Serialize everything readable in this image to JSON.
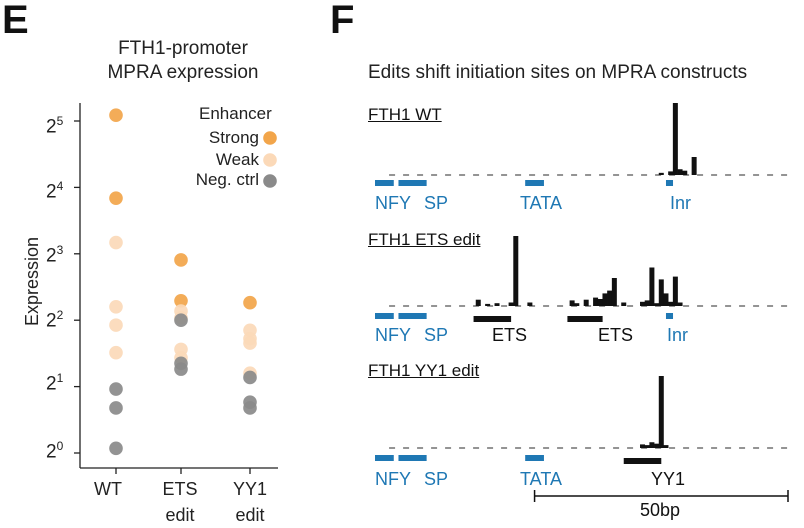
{
  "panel_e": {
    "letter": "E",
    "title_line1": "FTH1-promoter",
    "title_line2": "MPRA expression",
    "ylabel": "Expression",
    "legend": {
      "title": "Enhancer",
      "items": [
        {
          "label": "Strong",
          "color": "#f2a54a"
        },
        {
          "label": "Weak",
          "color": "#fbd9b8"
        },
        {
          "label": "Neg. ctrl",
          "color": "#8a8a8a"
        }
      ]
    }
  },
  "panel_f": {
    "letter": "F",
    "title": "Edits shift initiation sites on MPRA constructs",
    "scale_label": "50bp",
    "tracks": [
      {
        "label": "FTH1 WT",
        "motifs": [
          "NFY",
          "SP",
          "TATA",
          "Inr"
        ]
      },
      {
        "label": "FTH1 ETS edit",
        "motifs": [
          "NFY",
          "SP",
          "ETS",
          "ETS",
          "Inr"
        ]
      },
      {
        "label": "FTH1 YY1 edit",
        "motifs": [
          "NFY",
          "SP",
          "TATA",
          "YY1"
        ]
      }
    ]
  },
  "chart_data": [
    {
      "type": "scatter",
      "title": "FTH1-promoter MPRA expression",
      "ylabel": "Expression",
      "y_scale": "log2",
      "ylim": [
        1,
        36
      ],
      "y_ticks": [
        {
          "base": "2",
          "exp": "0",
          "value": 1
        },
        {
          "base": "2",
          "exp": "1",
          "value": 2
        },
        {
          "base": "2",
          "exp": "2",
          "value": 4
        },
        {
          "base": "2",
          "exp": "3",
          "value": 8
        },
        {
          "base": "2",
          "exp": "4",
          "value": 16
        },
        {
          "base": "2",
          "exp": "5",
          "value": 32
        }
      ],
      "categories": [
        {
          "line1": "WT",
          "line2": ""
        },
        {
          "line1": "ETS",
          "line2": "edit"
        },
        {
          "line1": "YY1",
          "line2": "edit"
        }
      ],
      "series": [
        {
          "name": "Strong",
          "color": "#f2a54a",
          "points": [
            {
              "cat": 0,
              "y": 34
            },
            {
              "cat": 0,
              "y": 14.3
            },
            {
              "cat": 1,
              "y": 7.5
            },
            {
              "cat": 1,
              "y": 4.9
            },
            {
              "cat": 2,
              "y": 4.8
            }
          ]
        },
        {
          "name": "Weak",
          "color": "#fbd9b8",
          "points": [
            {
              "cat": 0,
              "y": 9.0
            },
            {
              "cat": 0,
              "y": 4.6
            },
            {
              "cat": 0,
              "y": 3.8
            },
            {
              "cat": 0,
              "y": 2.85
            },
            {
              "cat": 1,
              "y": 4.4
            },
            {
              "cat": 1,
              "y": 4.1
            },
            {
              "cat": 1,
              "y": 2.95
            },
            {
              "cat": 1,
              "y": 2.7
            },
            {
              "cat": 2,
              "y": 3.6
            },
            {
              "cat": 2,
              "y": 3.3
            },
            {
              "cat": 2,
              "y": 3.15
            },
            {
              "cat": 2,
              "y": 2.3
            }
          ]
        },
        {
          "name": "Neg. ctrl",
          "color": "#8a8a8a",
          "points": [
            {
              "cat": 0,
              "y": 1.95
            },
            {
              "cat": 0,
              "y": 1.6
            },
            {
              "cat": 0,
              "y": 1.05
            },
            {
              "cat": 1,
              "y": 4.0
            },
            {
              "cat": 1,
              "y": 2.55
            },
            {
              "cat": 1,
              "y": 2.4
            },
            {
              "cat": 2,
              "y": 2.2
            },
            {
              "cat": 2,
              "y": 1.7
            },
            {
              "cat": 2,
              "y": 1.6
            }
          ]
        }
      ]
    },
    {
      "type": "bar",
      "title": "Edits shift initiation sites on MPRA constructs",
      "x_unit": "bp",
      "x_range": [
        0,
        88
      ],
      "scale_bar": {
        "start": 34,
        "end": 88,
        "label": "50bp"
      },
      "tracks": [
        {
          "name": "FTH1 WT",
          "motifs": [
            {
              "name": "NFY",
              "start": 0,
              "end": 4,
              "color": "#1f78b4"
            },
            {
              "name": "SP",
              "start": 5,
              "end": 11,
              "color": "#1f78b4"
            },
            {
              "name": "TATA",
              "start": 32,
              "end": 36,
              "color": "#1f78b4"
            },
            {
              "name": "Inr",
              "start": 62,
              "end": 63.5,
              "color": "#1f78b4"
            }
          ],
          "bars": [
            {
              "x": 61,
              "v": 3
            },
            {
              "x": 63,
              "v": 5
            },
            {
              "x": 64,
              "v": 100
            },
            {
              "x": 65,
              "v": 8
            },
            {
              "x": 66,
              "v": 6
            },
            {
              "x": 68,
              "v": 25
            }
          ]
        },
        {
          "name": "FTH1 ETS edit",
          "motifs": [
            {
              "name": "ETS",
              "start": 21,
              "end": 29,
              "color": "#111111"
            },
            {
              "name": "ETS",
              "start": 41,
              "end": 48.5,
              "color": "#111111"
            },
            {
              "name": "Inr",
              "start": 62,
              "end": 63.5,
              "color": "#1f78b4"
            }
          ],
          "bars": [
            {
              "x": 22,
              "v": 9
            },
            {
              "x": 24,
              "v": 3
            },
            {
              "x": 26,
              "v": 4
            },
            {
              "x": 29,
              "v": 5
            },
            {
              "x": 30,
              "v": 100
            },
            {
              "x": 33,
              "v": 5
            },
            {
              "x": 42,
              "v": 8
            },
            {
              "x": 43,
              "v": 4
            },
            {
              "x": 45,
              "v": 9
            },
            {
              "x": 47,
              "v": 12
            },
            {
              "x": 48,
              "v": 10
            },
            {
              "x": 49,
              "v": 18
            },
            {
              "x": 50,
              "v": 22
            },
            {
              "x": 51,
              "v": 40
            },
            {
              "x": 53,
              "v": 5
            },
            {
              "x": 57,
              "v": 6
            },
            {
              "x": 58,
              "v": 8
            },
            {
              "x": 59,
              "v": 55
            },
            {
              "x": 60,
              "v": 4
            },
            {
              "x": 61,
              "v": 38
            },
            {
              "x": 62,
              "v": 18
            },
            {
              "x": 63,
              "v": 6
            },
            {
              "x": 64,
              "v": 42
            },
            {
              "x": 65,
              "v": 5
            }
          ]
        },
        {
          "name": "FTH1 YY1 edit",
          "motifs": [
            {
              "name": "NFY",
              "start": 0,
              "end": 4,
              "color": "#1f78b4"
            },
            {
              "name": "SP",
              "start": 5,
              "end": 11,
              "color": "#1f78b4"
            },
            {
              "name": "TATA",
              "start": 32,
              "end": 36,
              "color": "#1f78b4"
            },
            {
              "name": "YY1",
              "start": 53,
              "end": 61,
              "color": "#111111"
            }
          ],
          "bars": [
            {
              "x": 57,
              "v": 5
            },
            {
              "x": 58,
              "v": 4
            },
            {
              "x": 59,
              "v": 8
            },
            {
              "x": 60,
              "v": 6
            },
            {
              "x": 61,
              "v": 100
            },
            {
              "x": 62,
              "v": 4
            }
          ]
        }
      ]
    }
  ]
}
